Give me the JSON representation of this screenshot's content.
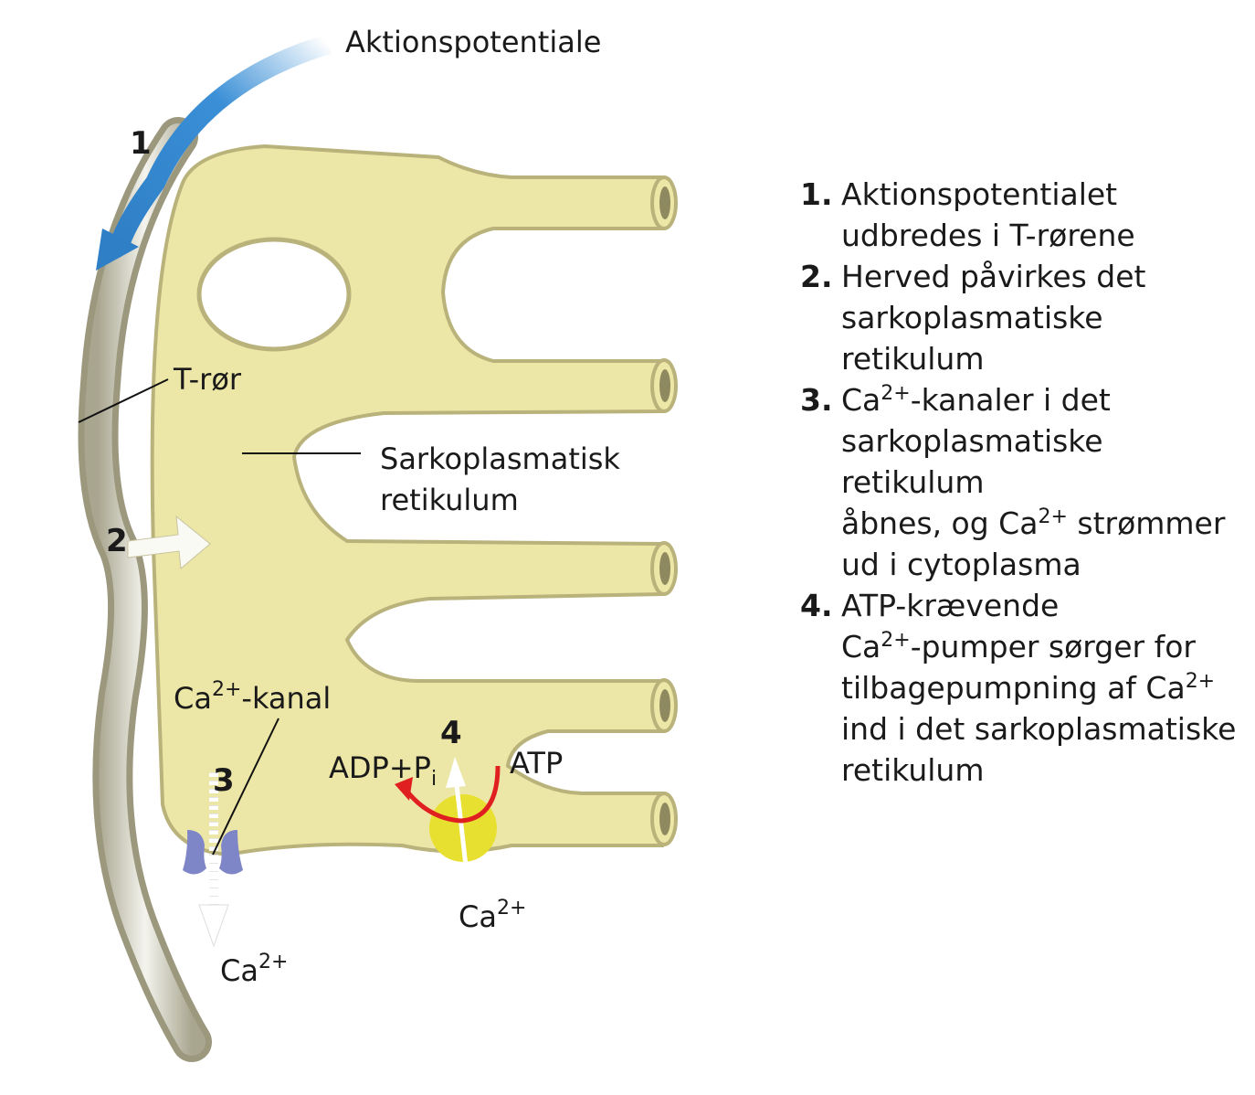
{
  "labels": {
    "action_potential": "Aktionspotentiale",
    "t_tube": "T-rør",
    "sr_line1": "Sarkoplasmatisk",
    "sr_line2": "retikulum",
    "ca_channel_base": "Ca",
    "ca_channel_sup": "2+",
    "ca_channel_suffix": "-kanal",
    "adp": "ADP+P",
    "adp_sub": "i",
    "atp": "ATP",
    "ca_base": "Ca",
    "ca_sup": "2+",
    "step1": "1",
    "step2": "2",
    "step3": "3",
    "step4": "4"
  },
  "legend": [
    {
      "num": "1.",
      "lines": [
        "Aktionspotentialet",
        "udbredes i T-rørene"
      ]
    },
    {
      "num": "2.",
      "lines": [
        "Herved påvirkes det",
        "sarkoplasmatiske retikulum"
      ]
    },
    {
      "num": "3.",
      "l1a": "Ca",
      "l1sup": "2+",
      "l1b": "-kanaler i det",
      "l2": "sarkoplasmatiske retikulum",
      "l3a": "åbnes, og Ca",
      "l3sup": "2+",
      "l3b": " strømmer",
      "l4": "ud i cytoplasma"
    },
    {
      "num": "4.",
      "l1": "ATP-krævende",
      "l2a": "Ca",
      "l2sup": "2+",
      "l2b": "-pumper sørger for",
      "l3a": "tilbagepumpning af Ca",
      "l3sup": "2+",
      "l4": "ind i det sarkoplasmatiske",
      "l5": "retikulum"
    }
  ],
  "colors": {
    "sr": "#ece7a6",
    "sr_edge": "#b9b27a",
    "arrow_blue": "#3a8fd6",
    "pump": "#e8e030",
    "channel": "#7f86c8",
    "atp_arrow": "#e02020"
  }
}
